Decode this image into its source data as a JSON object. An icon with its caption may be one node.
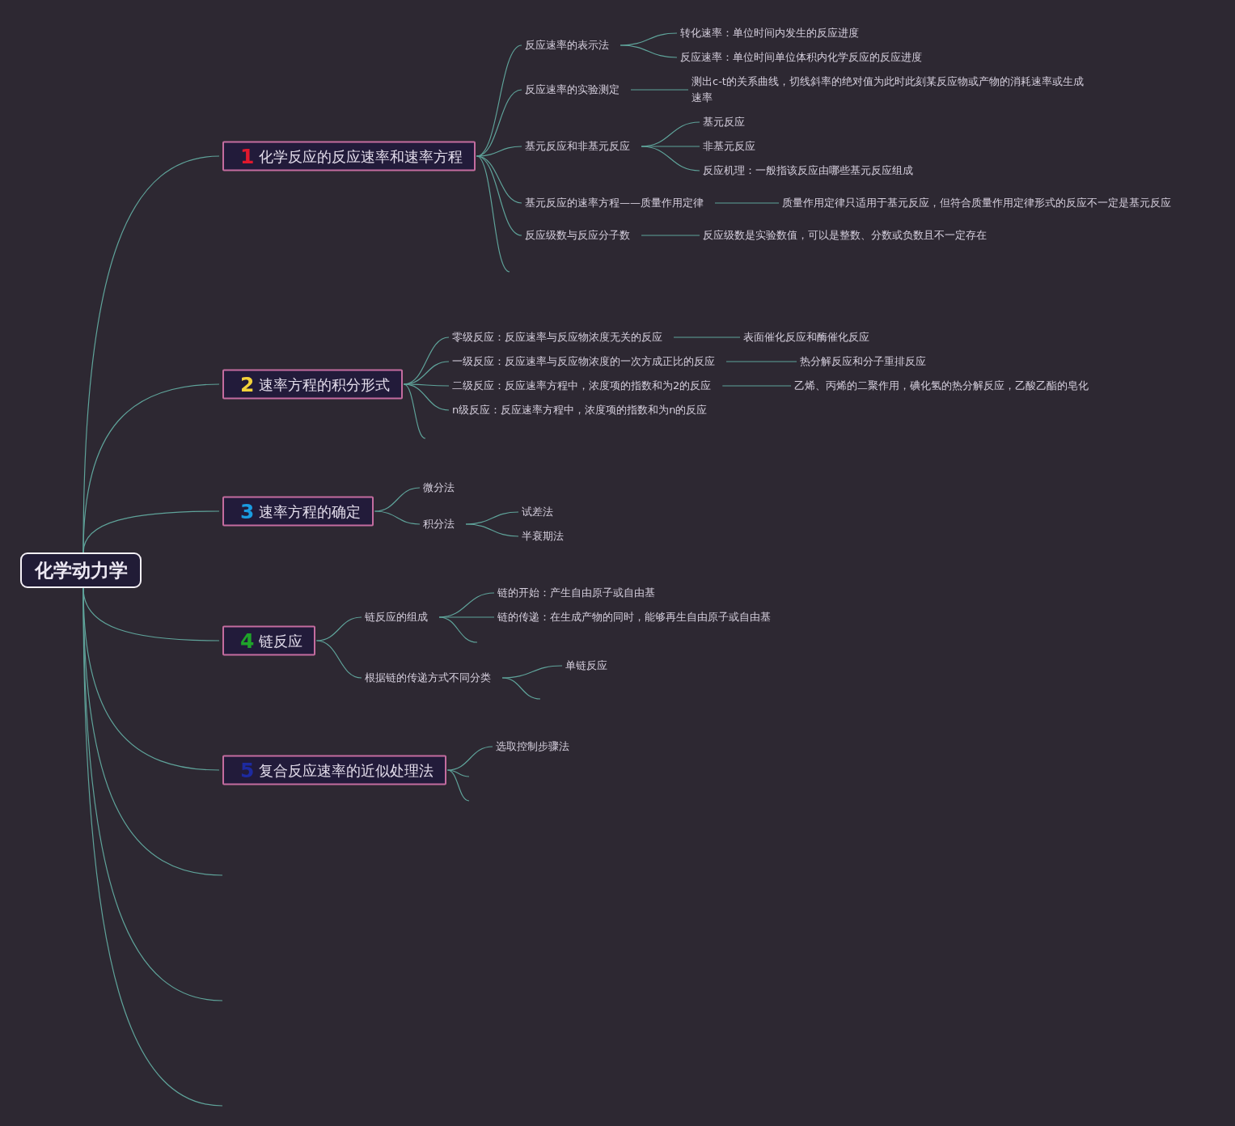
{
  "diagram": {
    "nodes": [
      {
        "text": [
          "化学动力学"
        ]
      },
      {
        "text": [
          "1",
          "化学反应的反应速率和速率方程"
        ]
      },
      {
        "text": [
          "反应速率的表示法"
        ]
      },
      {
        "text": [
          "转化速率：单位时间内发生的反应进度"
        ]
      },
      {
        "text": [
          "反应速率：单位时间单位体积内化学反应的反应进度"
        ]
      },
      {
        "text": [
          "反应速率的实验测定"
        ]
      },
      {
        "text": [
          "测出c-t的关系曲线，切线斜率的绝对值为此时此刻某反应物或产物的消耗速率或生成速率"
        ]
      },
      {
        "text": [
          "基元反应和非基元反应"
        ]
      },
      {
        "text": [
          "基元反应"
        ]
      },
      {
        "text": [
          "非基元反应"
        ]
      },
      {
        "text": [
          "反应机理：一般指该反应由哪些基元反应组成"
        ]
      },
      {
        "text": [
          "基元反应的速率方程——质量作用定律"
        ]
      },
      {
        "text": [
          "质量作用定律只适用于基元反应，但符合质量作用定律形式的反应不一定是基元反应"
        ]
      },
      {
        "text": [
          "反应级数与反应分子数"
        ]
      },
      {
        "text": [
          "反应级数是实验数值，可以是整数、分数或负数且不一定存在"
        ]
      },
      {
        "text": [
          "2",
          "速率方程的积分形式"
        ]
      },
      {
        "text": [
          "零级反应：反应速率与反应物浓度无关的反应"
        ]
      },
      {
        "text": [
          "表面催化反应和酶催化反应"
        ]
      },
      {
        "text": [
          "一级反应：反应速率与反应物浓度的一次方成正比的反应"
        ]
      },
      {
        "text": [
          "热分解反应和分子重排反应"
        ]
      },
      {
        "text": [
          "二级反应：反应速率方程中，浓度项的指数和为2的反应"
        ]
      },
      {
        "text": [
          "乙烯、丙烯的二聚作用，碘化氢的热分解反应，乙酸乙酯的皂化"
        ]
      },
      {
        "text": [
          "n级反应：反应速率方程中，浓度项的指数和为n的反应"
        ]
      },
      {
        "text": [
          "3",
          "速率方程的确定"
        ]
      },
      {
        "text": [
          "微分法"
        ]
      },
      {
        "text": [
          "积分法"
        ]
      },
      {
        "text": [
          "试差法"
        ]
      },
      {
        "text": [
          "半衰期法"
        ]
      },
      {
        "text": [
          "4",
          "链反应"
        ]
      },
      {
        "text": [
          "链反应的组成"
        ]
      },
      {
        "text": [
          "链的开始：产生自由原子或自由基"
        ]
      },
      {
        "text": [
          "链的传递：在生成产物的同时，能够再生自由原子或自由基"
        ]
      },
      {
        "text": [
          "根据链的传递方式不同分类"
        ]
      },
      {
        "text": [
          "单链反应"
        ]
      },
      {
        "text": [
          "5",
          "复合反应速率的近似处理法"
        ]
      },
      {
        "text": [
          "选取控制步骤法"
        ]
      }
    ],
    "edges": [
      {
        "from": 0,
        "to": 1,
        "arrow": "none"
      },
      {
        "from": 1,
        "to": 2,
        "arrow": "none"
      },
      {
        "from": 2,
        "to": 3,
        "arrow": "none"
      },
      {
        "from": 2,
        "to": 4,
        "arrow": "none"
      },
      {
        "from": 1,
        "to": 5,
        "arrow": "none"
      },
      {
        "from": 5,
        "to": 6,
        "arrow": "none"
      },
      {
        "from": 1,
        "to": 7,
        "arrow": "none"
      },
      {
        "from": 7,
        "to": 8,
        "arrow": "none"
      },
      {
        "from": 7,
        "to": 9,
        "arrow": "none"
      },
      {
        "from": 7,
        "to": 10,
        "arrow": "none"
      },
      {
        "from": 1,
        "to": 11,
        "arrow": "none"
      },
      {
        "from": 11,
        "to": 12,
        "arrow": "none"
      },
      {
        "from": 1,
        "to": 13,
        "arrow": "none"
      },
      {
        "from": 13,
        "to": 14,
        "arrow": "none"
      },
      {
        "from": 1,
        "to": null,
        "arrow": "none"
      },
      {
        "from": 0,
        "to": 15,
        "arrow": "none"
      },
      {
        "from": 15,
        "to": 16,
        "arrow": "none"
      },
      {
        "from": 16,
        "to": 17,
        "arrow": "none"
      },
      {
        "from": 15,
        "to": 18,
        "arrow": "none"
      },
      {
        "from": 18,
        "to": 19,
        "arrow": "none"
      },
      {
        "from": 15,
        "to": 20,
        "arrow": "none"
      },
      {
        "from": 20,
        "to": 21,
        "arrow": "none"
      },
      {
        "from": 15,
        "to": 22,
        "arrow": "none"
      },
      {
        "from": 15,
        "to": null,
        "arrow": "none"
      },
      {
        "from": 0,
        "to": 23,
        "arrow": "none"
      },
      {
        "from": 23,
        "to": 24,
        "arrow": "none"
      },
      {
        "from": 23,
        "to": 25,
        "arrow": "none"
      },
      {
        "from": 25,
        "to": 26,
        "arrow": "none"
      },
      {
        "from": 25,
        "to": 27,
        "arrow": "none"
      },
      {
        "from": 0,
        "to": 28,
        "arrow": "none"
      },
      {
        "from": 28,
        "to": 29,
        "arrow": "none"
      },
      {
        "from": 29,
        "to": 30,
        "arrow": "none"
      },
      {
        "from": 29,
        "to": 31,
        "arrow": "none"
      },
      {
        "from": 29,
        "to": null,
        "arrow": "none"
      },
      {
        "from": 28,
        "to": 32,
        "arrow": "none"
      },
      {
        "from": 32,
        "to": 33,
        "arrow": "none"
      },
      {
        "from": 32,
        "to": null,
        "arrow": "none"
      },
      {
        "from": 0,
        "to": 34,
        "arrow": "none"
      },
      {
        "from": 34,
        "to": 35,
        "arrow": "none"
      },
      {
        "from": 34,
        "to": null,
        "arrow": "none"
      },
      {
        "from": 34,
        "to": null,
        "arrow": "none"
      },
      {
        "from": 0,
        "to": null,
        "arrow": "none"
      },
      {
        "from": 0,
        "to": null,
        "arrow": "none"
      },
      {
        "from": 0,
        "to": null,
        "arrow": "none"
      }
    ]
  }
}
